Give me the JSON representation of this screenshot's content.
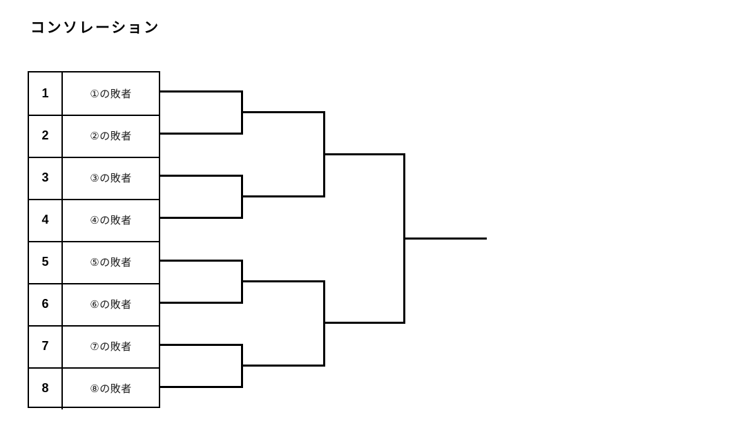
{
  "title": "コンソレーション",
  "bracket": {
    "type": "single-elimination-consolation",
    "rounds": 3,
    "entrant_count": 8,
    "seeds": [
      {
        "number": "1",
        "label": "①の敗者"
      },
      {
        "number": "2",
        "label": "②の敗者"
      },
      {
        "number": "3",
        "label": "③の敗者"
      },
      {
        "number": "4",
        "label": "④の敗者"
      },
      {
        "number": "5",
        "label": "⑤の敗者"
      },
      {
        "number": "6",
        "label": "⑥の敗者"
      },
      {
        "number": "7",
        "label": "⑦の敗者"
      },
      {
        "number": "8",
        "label": "⑧の敗者"
      }
    ],
    "round1_pairs": [
      {
        "top_seed": "1",
        "bottom_seed": "2"
      },
      {
        "top_seed": "3",
        "bottom_seed": "4"
      },
      {
        "top_seed": "5",
        "bottom_seed": "6"
      },
      {
        "top_seed": "7",
        "bottom_seed": "8"
      }
    ],
    "round2_pairs": [
      {
        "top_match": "1-2",
        "bottom_match": "3-4"
      },
      {
        "top_match": "5-6",
        "bottom_match": "7-8"
      }
    ],
    "final_pair": {
      "top_match": "1-4",
      "bottom_match": "5-8"
    },
    "line_color": "#000000",
    "table_border_color": "#000000"
  }
}
